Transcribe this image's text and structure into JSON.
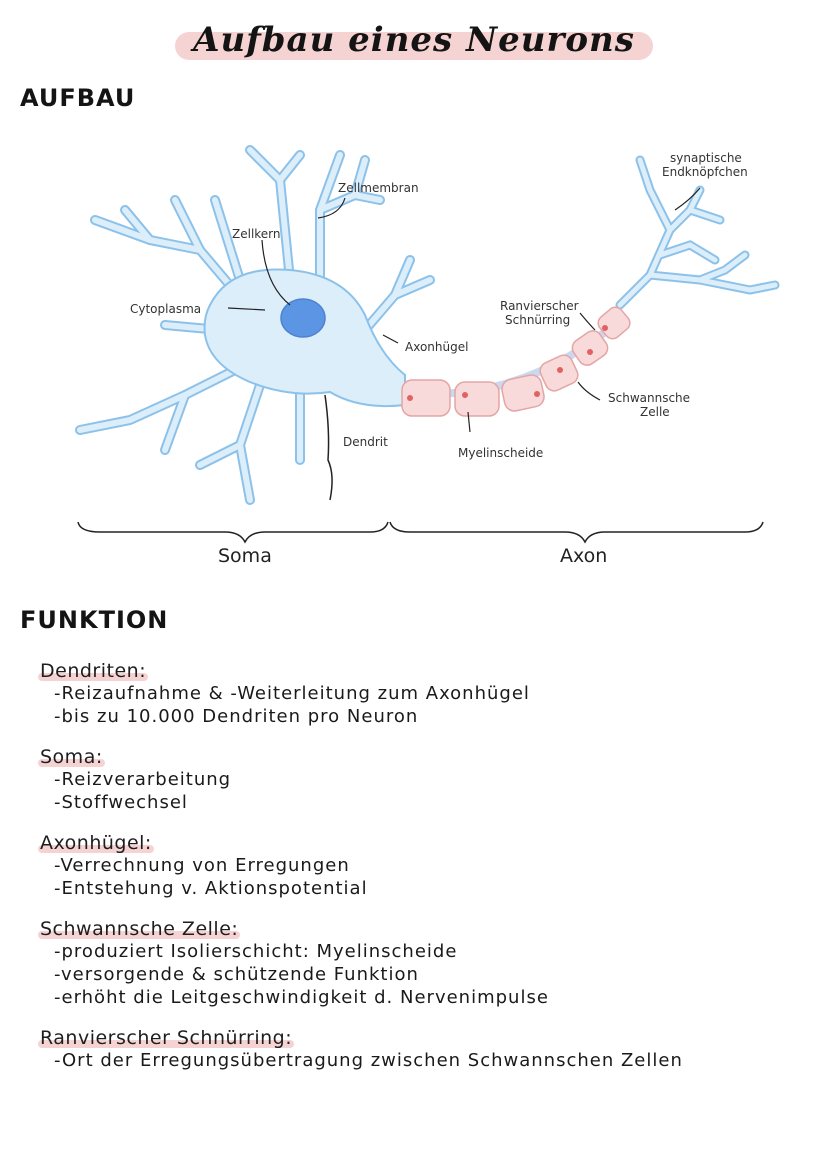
{
  "title": "Aufbau eines Neurons",
  "sections": {
    "aufbau": "AUFBAU",
    "funktion": "FUNKTION"
  },
  "diagram": {
    "labels": {
      "zellmembran": "Zellmembran",
      "zellkern": "Zellkern",
      "cytoplasma": "Cytoplasma",
      "axonhuegel": "Axonhügel",
      "dendrit": "Dendrit",
      "ranvier_1": "Ranvierscher",
      "ranvier_2": "Schnürring",
      "schwann_1": "Schwannsche",
      "schwann_2": "Zelle",
      "myelin": "Myelinscheide",
      "synaptic_1": "synaptische",
      "synaptic_2": "Endknöpfchen",
      "soma": "Soma",
      "axon": "Axon"
    },
    "colors": {
      "cell_fill": "#ddeefb",
      "cell_outline": "#8cc2ea",
      "nucleus": "#5b95e3",
      "myelin_fill": "#f8dada",
      "myelin_outline": "#e4a5a5",
      "myelin_dot": "#e06262",
      "highlight": "#f6d3d3"
    }
  },
  "functions": [
    {
      "heading": "Dendriten:",
      "items": [
        "-Reizaufnahme & -Weiterleitung zum Axonhügel",
        "-bis zu 10.000 Dendriten pro Neuron"
      ]
    },
    {
      "heading": "Soma:",
      "items": [
        "-Reizverarbeitung",
        "-Stoffwechsel"
      ]
    },
    {
      "heading": "Axonhügel:",
      "items": [
        "-Verrechnung von Erregungen",
        "-Entstehung v. Aktionspotential"
      ]
    },
    {
      "heading": "Schwannsche Zelle:",
      "items": [
        "-produziert Isolierschicht: Myelinscheide",
        "-versorgende & schützende Funktion",
        "-erhöht die Leitgeschwindigkeit d. Nervenimpulse"
      ]
    },
    {
      "heading": "Ranvierscher Schnürring:",
      "items": [
        "-Ort der Erregungsübertragung zwischen Schwannschen Zellen"
      ]
    }
  ]
}
